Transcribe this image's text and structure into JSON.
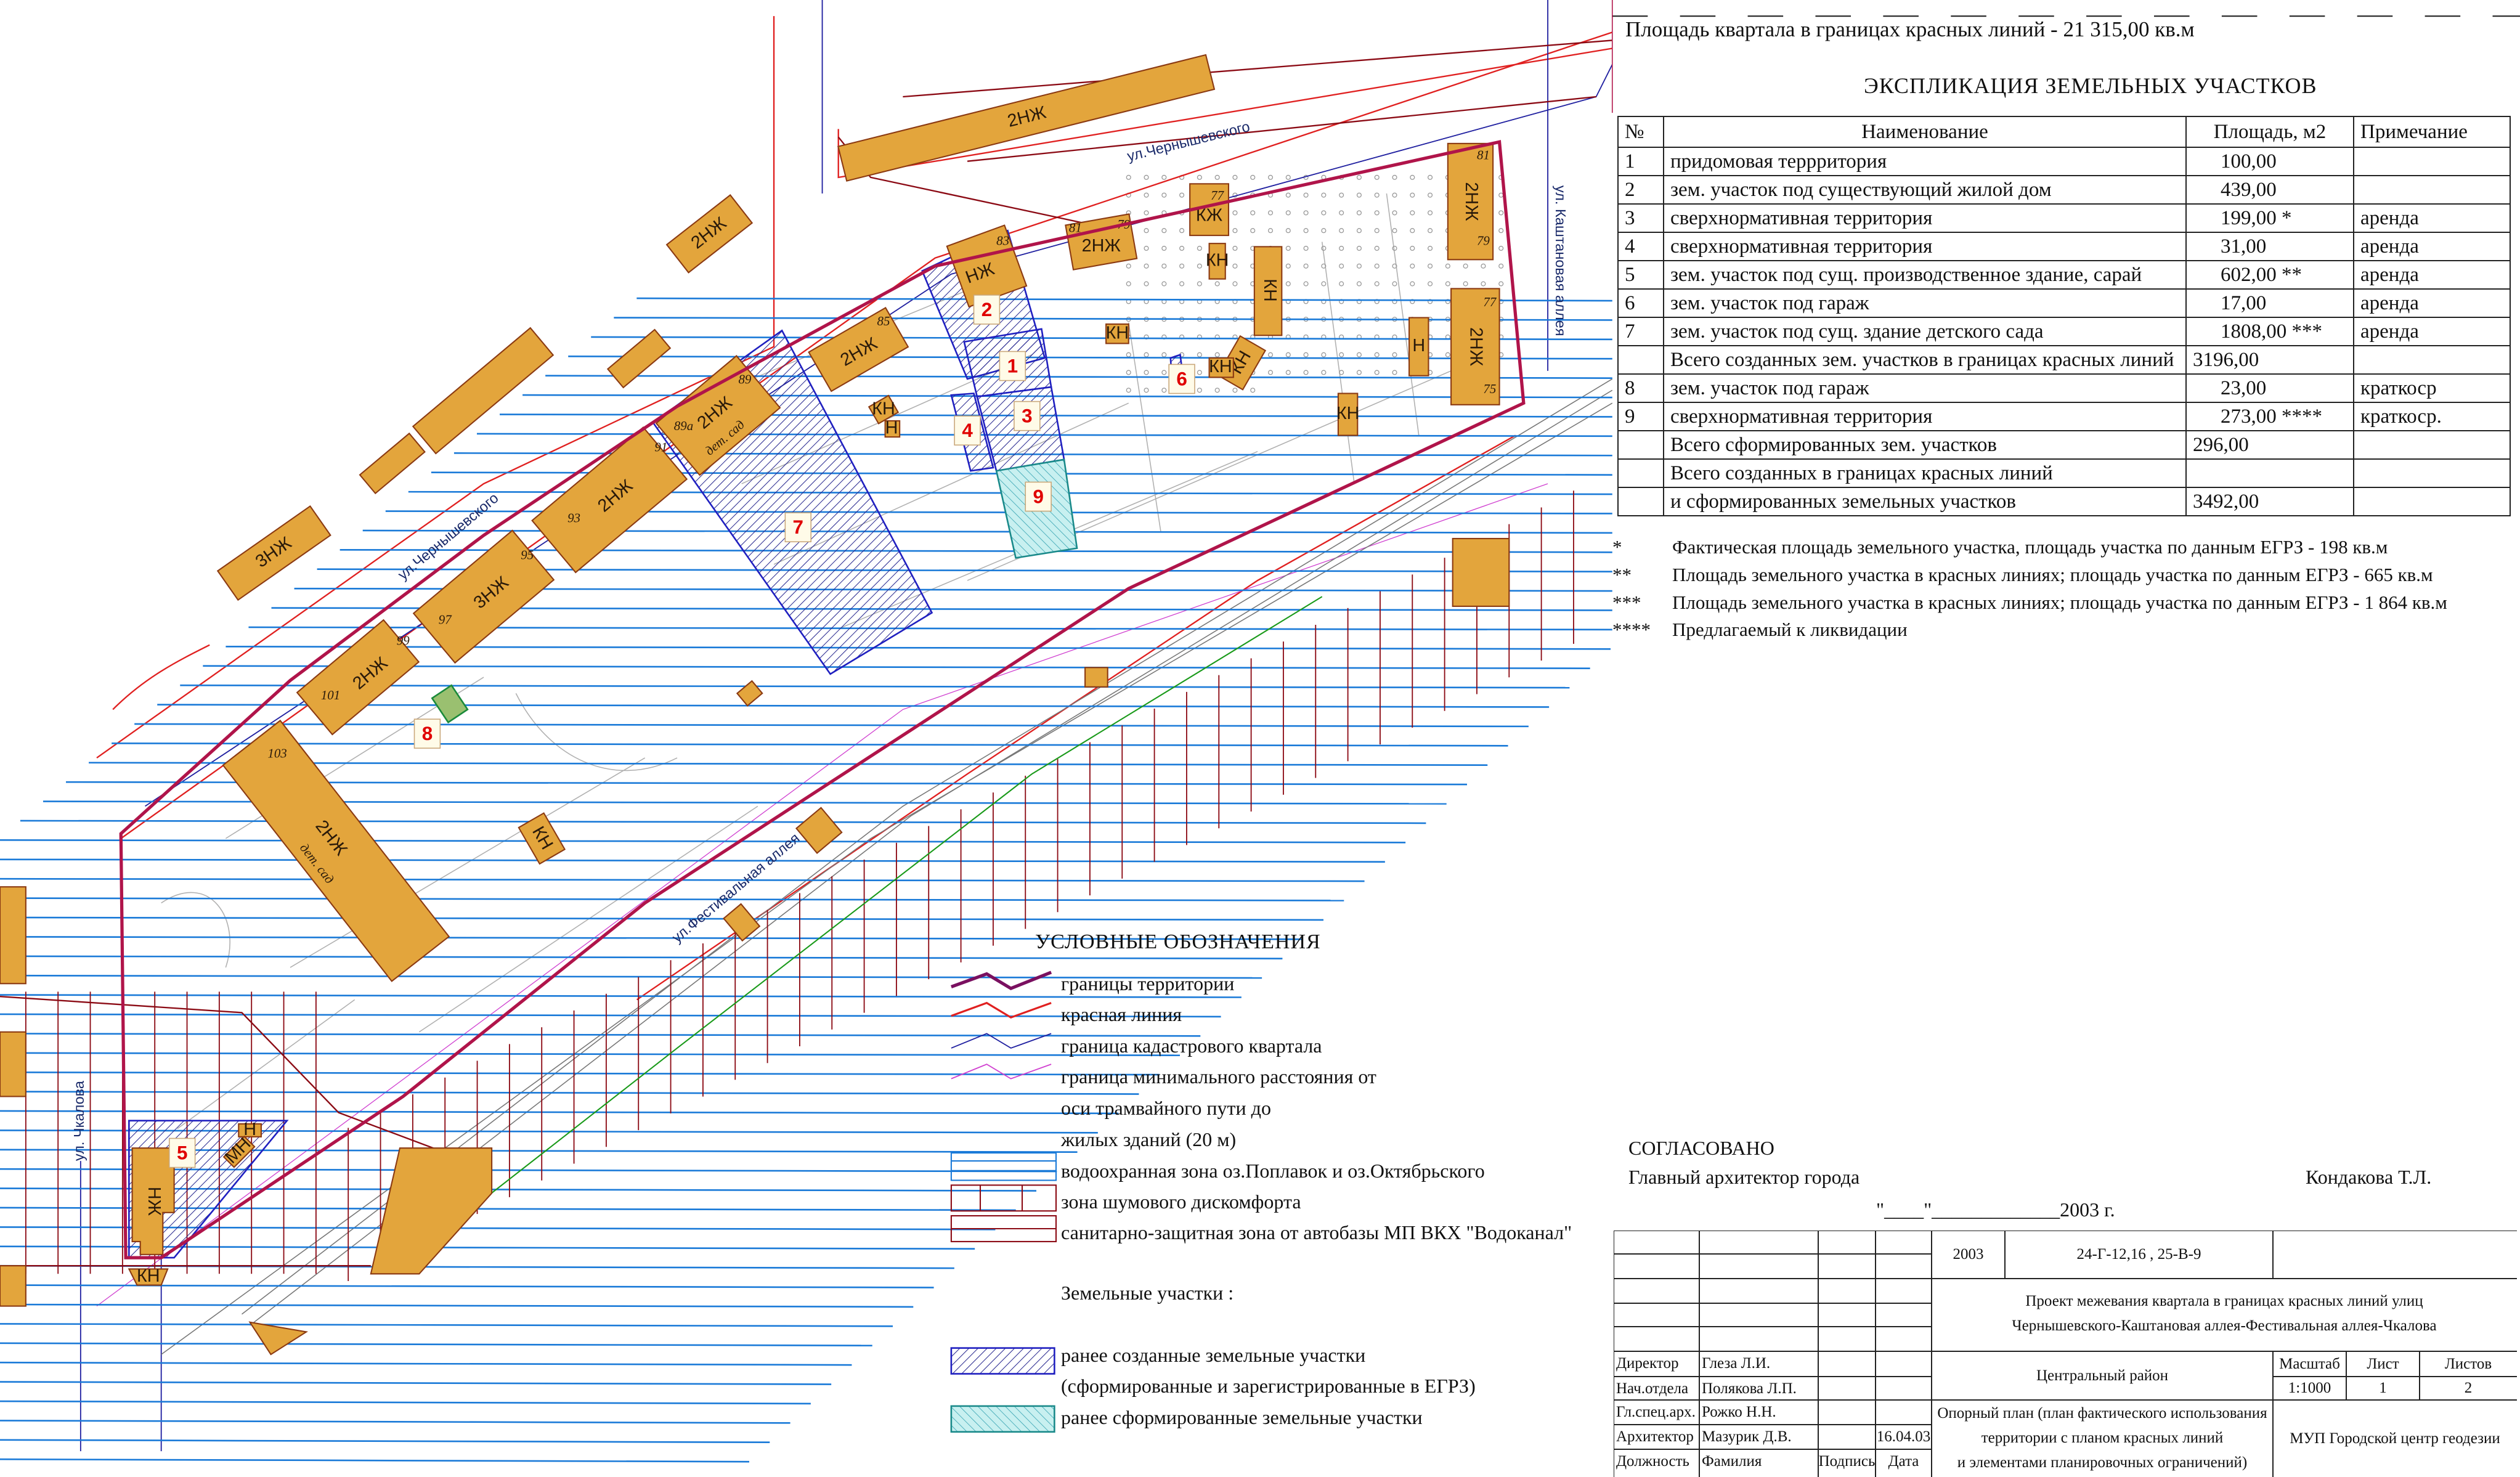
{
  "header": {
    "area_text": "Площадь квартала в границах красных линий - 21 315,00 кв.м"
  },
  "explication": {
    "title": "ЭКСПЛИКАЦИЯ  ЗЕМЕЛЬНЫХ  УЧАСТКОВ",
    "columns": {
      "no": "№",
      "name": "Наименование",
      "area": "Площадь, м2",
      "note": "Примечание"
    },
    "rows": [
      {
        "no": "1",
        "name": "придомовая террритория",
        "area": "100,00",
        "note": ""
      },
      {
        "no": "2",
        "name": "зем. участок под существующий жилой дом",
        "area": "439,00",
        "note": ""
      },
      {
        "no": "3",
        "name": "сверхнормативная территория",
        "area": "199,00 *",
        "note": "аренда"
      },
      {
        "no": "4",
        "name": "сверхнормативная территория",
        "area": "31,00",
        "note": "аренда"
      },
      {
        "no": "5",
        "name": "зем. участок под сущ. производственное здание, сарай",
        "area": "602,00 **",
        "note": "аренда"
      },
      {
        "no": "6",
        "name": "зем. участок под гараж",
        "area": "17,00",
        "note": "аренда"
      },
      {
        "no": "7",
        "name": "зем. участок под сущ. здание детского сада",
        "area": "1808,00 ***",
        "note": "аренда"
      },
      {
        "no": "",
        "name": "Всего созданных зем. участков в границах красных линий",
        "area": "3196,00",
        "note": ""
      },
      {
        "no": "8",
        "name": "зем. участок под гараж",
        "area": "23,00",
        "note": "краткоср"
      },
      {
        "no": "9",
        "name": "сверхнормативная территория",
        "area": "273,00 ****",
        "note": "краткоср."
      },
      {
        "no": "",
        "name": "Всего сформированных зем. участков",
        "area": "296,00",
        "note": ""
      },
      {
        "no": "",
        "name": "Всего созданных в границах красных линий",
        "area": "",
        "note": ""
      },
      {
        "no": "",
        "name": "и сформированных земельных участков",
        "area": "3492,00",
        "note": ""
      }
    ],
    "footnotes": [
      {
        "mark": "*",
        "text": "Фактическая площадь земельного участка, площадь участка по данным ЕГРЗ - 198 кв.м"
      },
      {
        "mark": "**",
        "text": "Площадь земельного участка в красных линиях; площадь участка по данным ЕГРЗ - 665 кв.м"
      },
      {
        "mark": "***",
        "text": "Площадь земельного участка в красных линиях; площадь участка по данным ЕГРЗ - 1 864 кв.м"
      },
      {
        "mark": "****",
        "text": "Предлагаемый к ликвидации"
      }
    ]
  },
  "approval": {
    "label": "СОГЛАСОВАНО",
    "position": "Главный архитектор города",
    "name": "Кондакова Т.Л.",
    "date": "\"____\"_____________2003 г."
  },
  "legend": {
    "title": "УСЛОВНЫЕ  ОБОЗНАЧЕНИЯ",
    "items": [
      "границы территории",
      "красная линия",
      "граница кадастрового квартала",
      "граница минимального расстояния от",
      "оси трамвайного пути до",
      "жилых зданий (20 м)",
      "водоохранная зона оз.Поплавок и оз.Октябрьского",
      "зона шумового дискомфорта",
      "санитарно-защитная зона от автобазы МП ВКХ \"Водоканал\""
    ],
    "parcels_heading": "Земельные участки :",
    "parcel_items": [
      "ранее созданные земельные участки",
      "(сформированные и зарегистрированные в ЕГРЗ)",
      "ранее сформированные земельные участки"
    ],
    "colors": {
      "territory": "#7a1060",
      "red_line": "#e02020",
      "cadastral": "#2020a0",
      "tram": "#d040d0",
      "water": "#1a7ad8",
      "noise": "#8b0a14",
      "sanitary": "#8b0a14",
      "created": "#2020c0",
      "formed": "#1a9a9a",
      "building": "#e3a53c"
    }
  },
  "title_block": {
    "year": "2003",
    "sheet_code": "24-Г-12,16 , 25-В-9",
    "project_line1": "Проект межевания квартала в границах красных линий улиц",
    "project_line2": "Чернышевского-Каштановая аллея-Фестивальная аллея-Чкалова",
    "district": "Центральный район",
    "scale_label": "Масштаб",
    "sheet_label": "Лист",
    "sheets_label": "Листов",
    "scale": "1:1000",
    "sheet": "1",
    "sheets": "2",
    "plan_line1": "Опорный план (план фактического использования",
    "plan_line2": "территории  с планом красных линий",
    "plan_line3": "и элементами планировочных ограничений)",
    "org": "МУП Городской центр геодезии",
    "staff": [
      {
        "role": "Директор",
        "name": "Глеза Л.И.",
        "date": ""
      },
      {
        "role": "Нач.отдела",
        "name": "Полякова Л.П.",
        "date": ""
      },
      {
        "role": "Гл.спец.арх.",
        "name": "Рожко Н.Н.",
        "date": ""
      },
      {
        "role": "Архитектор",
        "name": "Мазурик Д.В.",
        "date": "16.04.03"
      }
    ],
    "footer": {
      "role": "Должность",
      "name": "Фамилия",
      "sign": "Подпись",
      "date": "Дата"
    }
  },
  "map": {
    "parcels": [
      "1",
      "2",
      "3",
      "4",
      "5",
      "6",
      "7",
      "8",
      "9"
    ],
    "streets": {
      "chernyshevsky_north": "ул.Чернышевского",
      "chernyshevsky_west": "ул.Чернышевского",
      "kashtanovaya": "ул. Каштановая аллея",
      "festivalnaya": "ул.Фестивальная аллея",
      "chkalova": "ул. Чкалова"
    },
    "buildings": [
      "2НЖ",
      "2НЖ",
      "3НЖ",
      "2НЖ",
      "2НЖ",
      "2НЖ",
      "3НЖ",
      "2НЖ",
      "КН",
      "НЖ",
      "2НЖ",
      "КЖ",
      "КН",
      "2НЖ",
      "2НЖ",
      "Н",
      "КН",
      "КН",
      "КН",
      "КН",
      "КН",
      "2НЖ",
      "КН",
      "НЖ",
      "Н",
      "КН",
      "Н",
      "МН"
    ],
    "house_numbers": [
      "85",
      "89",
      "89а",
      "91",
      "93",
      "95",
      "97",
      "99",
      "101",
      "103",
      "83",
      "81",
      "79",
      "77",
      "81",
      "79",
      "77",
      "75"
    ],
    "annotations": {
      "kindergarten": "дет. сад",
      "kindergarten2": "дет. сад"
    }
  }
}
